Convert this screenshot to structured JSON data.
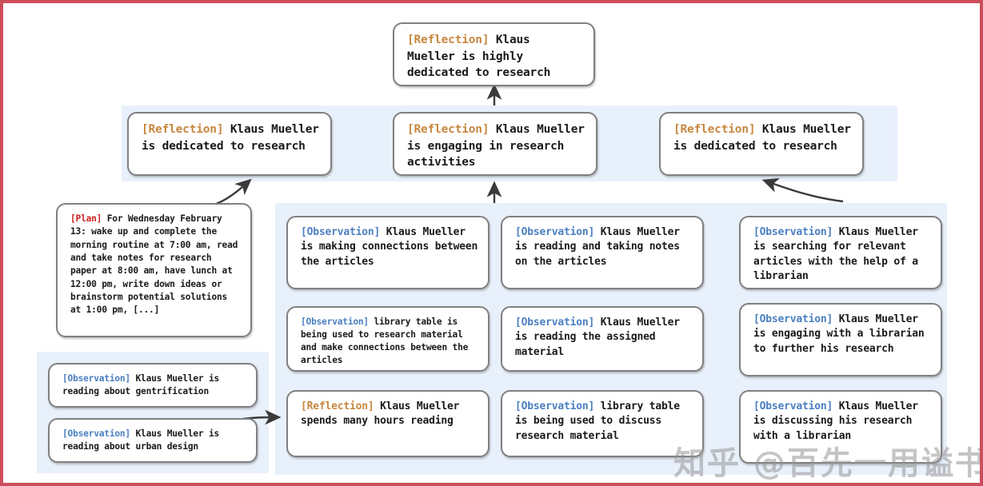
{
  "meta": {
    "border_color": "#cc4e5c",
    "panel_color": "#e8f0fb",
    "node_border_color": "#808080",
    "tag_colors": {
      "reflection": "#c8873f",
      "observation": "#4a7fc1",
      "plan": "#cc2222"
    }
  },
  "watermark": {
    "text": "知乎 @百先一用谥书生"
  },
  "nodes": {
    "top_reflection": {
      "tag": "[Reflection]",
      "text": " Klaus Mueller is highly dedicated to research"
    },
    "mid_reflection_left": {
      "tag": "[Reflection]",
      "text": " Klaus Mueller is dedicated to research"
    },
    "mid_reflection_center": {
      "tag": "[Reflection]",
      "text": " Klaus Mueller is engaging in research activities"
    },
    "mid_reflection_right": {
      "tag": "[Reflection]",
      "text": " Klaus Mueller is dedicated to research"
    },
    "plan": {
      "tag": "[Plan]",
      "text": " For Wednesday February 13: wake up and complete the morning routine at 7:00 am, read and take notes for research paper at 8:00 am, have lunch at 12:00 pm, write down ideas or brainstorm potential solutions at 1:00 pm, [...]"
    },
    "obs_bottom_left_1": {
      "tag": "[Observation]",
      "text": " Klaus Mueller is reading about gentrification"
    },
    "obs_bottom_left_2": {
      "tag": "[Observation]",
      "text": " Klaus Mueller is reading about urban design"
    },
    "col1_obs_1": {
      "tag": "[Observation]",
      "text": " Klaus Mueller is making connections between the articles"
    },
    "col1_obs_2": {
      "tag": "[Observation]",
      "text": " library table is being used to research material and make connections between the articles"
    },
    "col1_reflection": {
      "tag": "[Reflection]",
      "text": " Klaus Mueller spends many hours reading"
    },
    "col2_obs_1": {
      "tag": "[Observation]",
      "text": " Klaus Mueller is reading and taking notes on the articles"
    },
    "col2_obs_2": {
      "tag": "[Observation]",
      "text": " Klaus Mueller is reading the assigned material"
    },
    "col2_obs_3": {
      "tag": "[Observation]",
      "text": " library table is being used to discuss research material"
    },
    "col3_obs_1": {
      "tag": "[Observation]",
      "text": " Klaus Mueller is searching for relevant articles with the help of a librarian"
    },
    "col3_obs_2": {
      "tag": "[Observation]",
      "text": " Klaus Mueller is engaging with a librarian to further his research"
    },
    "col3_obs_3": {
      "tag": "[Observation]",
      "text": " Klaus Mueller is discussing his research with a librarian"
    }
  }
}
